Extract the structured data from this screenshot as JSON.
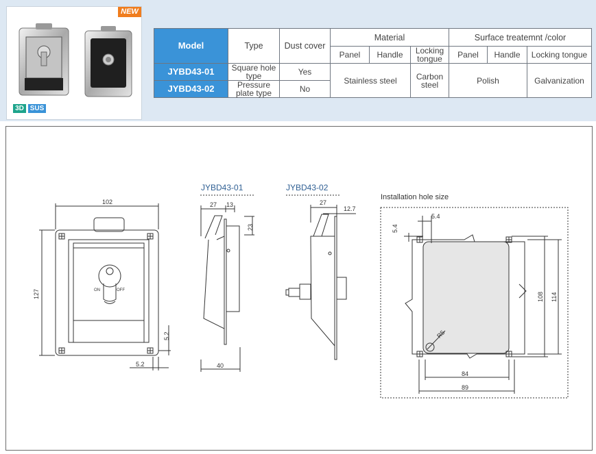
{
  "badges": {
    "new": "NEW",
    "tag_3d": "3D",
    "tag_sus": "SUS"
  },
  "table": {
    "model": "Model",
    "type": "Type",
    "dust_cover": "Dust cover",
    "material": "Material",
    "surface": "Surface treatemnt /color",
    "panel": "Panel",
    "handle": "Handle",
    "locking_tongue": "Locking tongue",
    "panel2": "Panel",
    "handle2": "Handle",
    "locking_tongue2": "Locking tongue",
    "rows": [
      {
        "model": "JYBD43-01",
        "type": "Square hole type",
        "dust": "Yes"
      },
      {
        "model": "JYBD43-02",
        "type": "Pressure plate type",
        "dust": "No"
      }
    ],
    "material_panel_handle": "Stainless steel",
    "material_tongue": "Carbon steel",
    "surface_panel_handle": "Polish",
    "surface_tongue": "Galvanization"
  },
  "drawing": {
    "model_01": "JYBD43-01",
    "model_02": "JYBD43-02",
    "install_title": "Installation hole size",
    "dims": {
      "front_width": "102",
      "front_height": "127",
      "front_side": "5.2",
      "front_bottom": "5.2",
      "on": "ON",
      "off": "OFF",
      "s1_27": "27",
      "s1_13": "13",
      "s1_23": "23",
      "s1_40": "40",
      "s2_27": "27",
      "s2_127": "12.7",
      "h_54a": "5.4",
      "h_54b": "5.4",
      "h_108": "108",
      "h_114": "114",
      "h_84": "84",
      "h_89": "89",
      "h_r5": "R5"
    }
  },
  "colors": {
    "header_blue": "#3a93d8",
    "panel_bg": "#dde8f3",
    "new_orange": "#f07d1e",
    "tag_green": "#1ea48c",
    "hole_fill": "#e6e6e6"
  }
}
